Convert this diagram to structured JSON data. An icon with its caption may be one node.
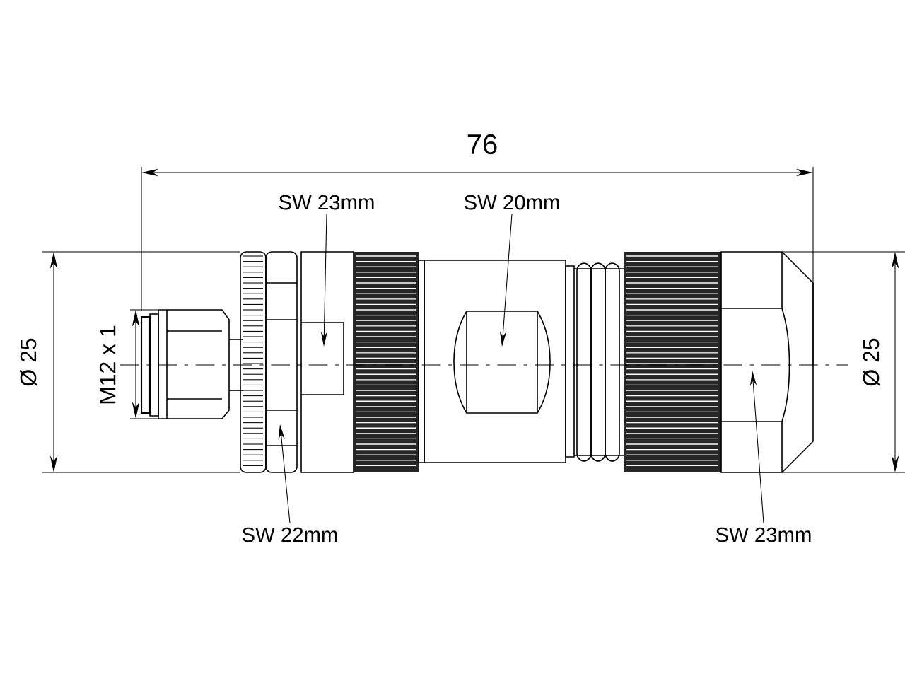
{
  "diagram": {
    "nodes": [
      {
        "text": [
          "SW 23mm"
        ]
      },
      {
        "text": [
          "SW 20mm"
        ]
      },
      {
        "text": [
          "SW 22mm"
        ]
      },
      {
        "text": [
          "SW 23mm"
        ]
      }
    ],
    "edges": [
      {
        "from": 0,
        "to": null,
        "arrow": "to"
      },
      {
        "from": 1,
        "to": null,
        "arrow": "to"
      },
      {
        "from": 2,
        "to": null,
        "arrow": "to"
      },
      {
        "from": 3,
        "to": null,
        "arrow": "to"
      }
    ],
    "labels": [
      "76",
      "Ø 25",
      "M12 x 1",
      "Ø 25"
    ]
  }
}
